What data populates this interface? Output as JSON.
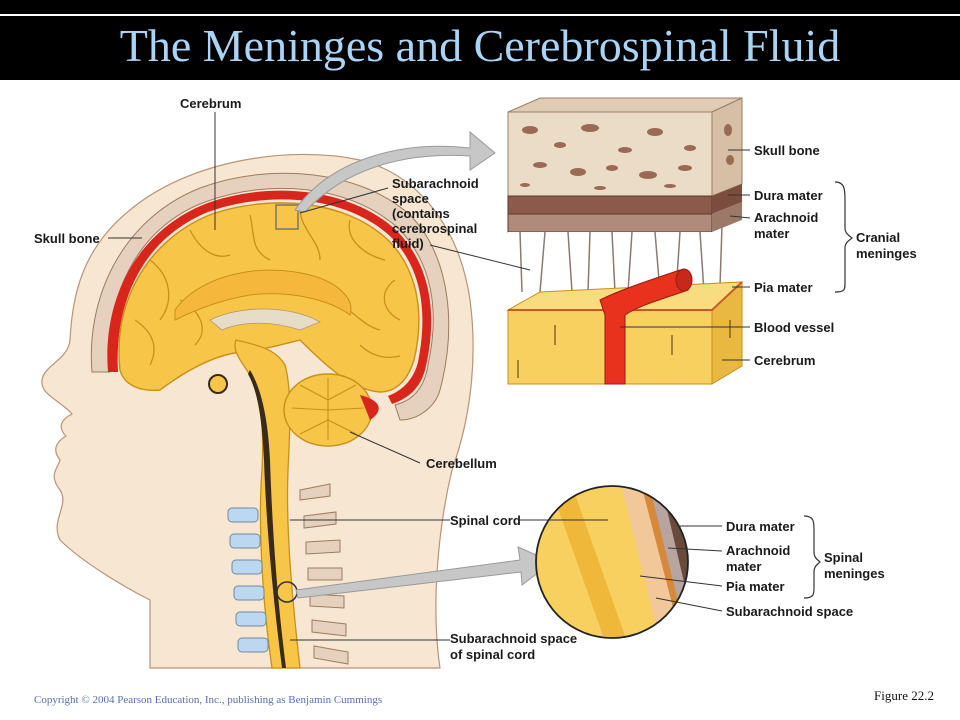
{
  "title": "The Meninges and Cerebrospinal Fluid",
  "labels": {
    "cerebrum_top": "Cerebrum",
    "skull_bone_left": "Skull bone",
    "subarachnoid_1": "Subarachnoid",
    "subarachnoid_2": "space",
    "subarachnoid_3": "(contains",
    "subarachnoid_4": "cerebrospinal",
    "subarachnoid_5": "fluid)",
    "cerebellum": "Cerebellum",
    "spinal_cord": "Spinal cord",
    "subarachnoid_spinal_1": "Subarachnoid space",
    "subarachnoid_spinal_2": "of spinal cord"
  },
  "upper_inset": {
    "skull_bone": "Skull bone",
    "dura_mater": "Dura mater",
    "arachnoid_1": "Arachnoid",
    "arachnoid_2": "mater",
    "pia_mater": "Pia mater",
    "blood_vessel": "Blood vessel",
    "cerebrum": "Cerebrum",
    "group_1": "Cranial",
    "group_2": "meninges"
  },
  "lower_inset": {
    "dura_mater": "Dura mater",
    "arachnoid_1": "Arachnoid",
    "arachnoid_2": "mater",
    "pia_mater": "Pia mater",
    "subarachnoid_space": "Subarachnoid space",
    "group_1": "Spinal",
    "group_2": "meninges"
  },
  "copyright": "Copyright © 2004 Pearson Education, Inc., publishing as Benjamin Cummings",
  "figure_number": "Figure 22.2",
  "colors": {
    "brain_fill": "#f7c548",
    "brain_outline": "#c8901a",
    "meninges_red": "#d8261c",
    "skin": "#f7e6d2",
    "bone": "#e5d1bd",
    "title_text": "#aad4f5"
  }
}
